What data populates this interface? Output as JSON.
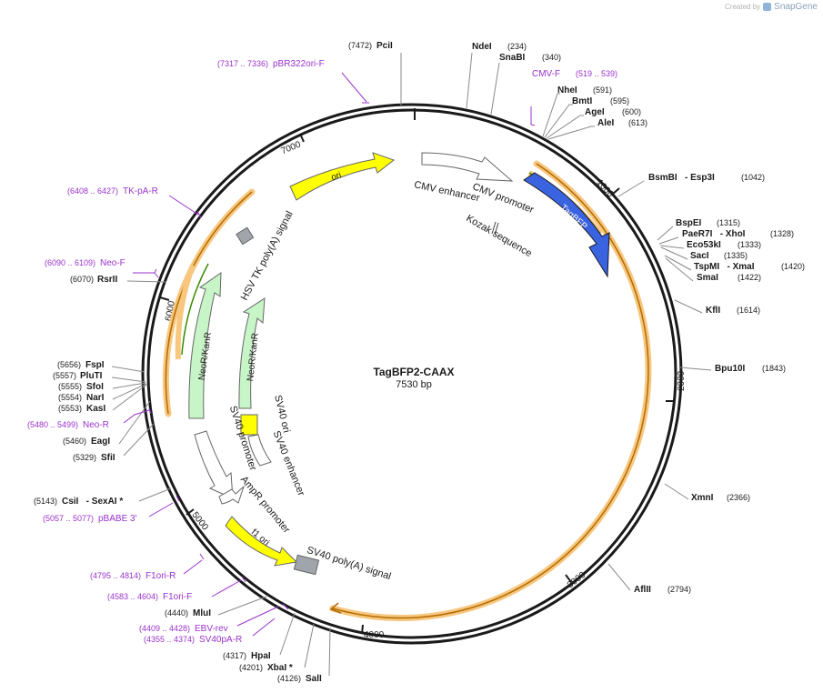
{
  "watermark": {
    "created_by": "Created by",
    "brand": "SnapGene"
  },
  "plasmid": {
    "name": "TagBFP2-CAAX",
    "size_label": "7530 bp",
    "length": 7530
  },
  "colors": {
    "backbone": "#1a1a1a",
    "enzyme_leader": "#8a8a8a",
    "primer": "#9933cc",
    "orf_blue": "#3a63e0",
    "ori_yellow": "#ffff00",
    "promoter_white": "#ffffff",
    "neo_green": "#c8f5c8",
    "polyA_gray": "#a0a4ab",
    "orange_highlight": "#f7c77f",
    "orange_line": "#b36b00",
    "green_line": "#3a8a00"
  },
  "ticks": [
    {
      "bp": 1000,
      "label": "1000"
    },
    {
      "bp": 2000,
      "label": "2000"
    },
    {
      "bp": 3000,
      "label": "3000"
    },
    {
      "bp": 4000,
      "label": "4000"
    },
    {
      "bp": 5000,
      "label": "5000"
    },
    {
      "bp": 6000,
      "label": "6000"
    },
    {
      "bp": 7000,
      "label": "7000"
    }
  ],
  "enzymes_right": [
    {
      "name": "NdeI",
      "pos": "(234)"
    },
    {
      "name": "SnaBI",
      "pos": "(340)"
    },
    {
      "name": "NheI",
      "pos": "(591)"
    },
    {
      "name": "BmtI",
      "pos": "(595)"
    },
    {
      "name": "AgeI",
      "pos": "(600)"
    },
    {
      "name": "AleI",
      "pos": "(613)"
    },
    {
      "name": "BsmBI   - Esp3I",
      "pos": "(1042)"
    },
    {
      "name": "BspEI",
      "pos": "(1315)"
    },
    {
      "name": "PaeR7I   - XhoI",
      "pos": "(1328)"
    },
    {
      "name": "Eco53kI",
      "pos": "(1333)"
    },
    {
      "name": "SacI",
      "pos": "(1335)"
    },
    {
      "name": "TspMI   - XmaI",
      "pos": "(1420)"
    },
    {
      "name": "SmaI",
      "pos": "(1422)"
    },
    {
      "name": "KflI",
      "pos": "(1614)"
    },
    {
      "name": "Bpu10I",
      "pos": "(1843)"
    },
    {
      "name": "XmnI",
      "pos": "(2366)"
    },
    {
      "name": "AflII",
      "pos": "(2794)"
    }
  ],
  "enzymes_left": [
    {
      "name": "PciI",
      "pos": "(7472)"
    },
    {
      "name": "RsrII",
      "pos": "(6070)"
    },
    {
      "name": "FspI",
      "pos": "(5656)"
    },
    {
      "name": "PluTI",
      "pos": "(5557)"
    },
    {
      "name": "SfoI",
      "pos": "(5555)"
    },
    {
      "name": "NarI",
      "pos": "(5554)"
    },
    {
      "name": "KasI",
      "pos": "(5553)"
    },
    {
      "name": "EagI",
      "pos": "(5460)"
    },
    {
      "name": "SfiI",
      "pos": "(5329)"
    },
    {
      "name": "CsiI   - SexAI *",
      "pos": "(5143)"
    },
    {
      "name": "MluI",
      "pos": "(4440)"
    },
    {
      "name": "HpaI",
      "pos": "(4317)"
    },
    {
      "name": "XbaI *",
      "pos": "(4201)"
    },
    {
      "name": "SalI",
      "pos": "(4126)"
    }
  ],
  "primers": [
    {
      "name": "CMV-F",
      "range": "(519 .. 539)"
    },
    {
      "name": "pBR322ori-F",
      "range": "(7317 .. 7336)"
    },
    {
      "name": "TK-pA-R",
      "range": "(6408 .. 6427)"
    },
    {
      "name": "Neo-F",
      "range": "(6090 .. 6109)"
    },
    {
      "name": "Neo-R",
      "range": "(5480 .. 5499)"
    },
    {
      "name": "pBABE 3'",
      "range": "(5057 .. 5077)"
    },
    {
      "name": "F1ori-R",
      "range": "(4795 .. 4814)"
    },
    {
      "name": "F1ori-F",
      "range": "(4583 .. 4604)"
    },
    {
      "name": "EBV-rev",
      "range": "(4409 .. 4428)"
    },
    {
      "name": "SV40pA-R",
      "range": "(4355 .. 4374)"
    }
  ],
  "features": {
    "tagbfp": "TagBFP",
    "ori": "ori",
    "f1_ori": "f1 ori",
    "neo_outer": "NeoR/KanR",
    "neo_inner": "NeoR/KanR",
    "cmv_enhancer_1": "CMV enhancer",
    "cmv_promoter": "CMV promoter",
    "kozak": "Kozak sequence",
    "hsv_tk": "HSV TK poly(A) signal",
    "sv40_ori": "SV40 ori",
    "sv40_enhancer": "SV40 enhancer",
    "sv40_promoter": "SV40 promoter",
    "ampr_promoter": "AmpR promoter",
    "sv40_polya": "SV40 poly(A) signal"
  }
}
